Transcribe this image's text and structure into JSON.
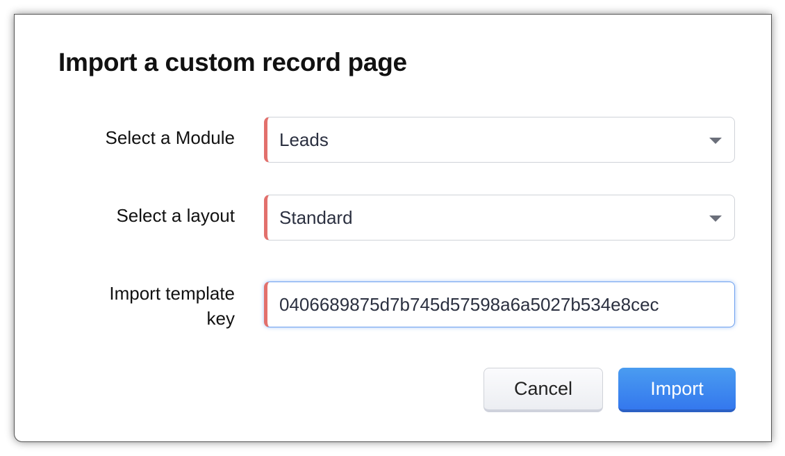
{
  "dialog": {
    "title": "Import a custom record page",
    "module": {
      "label": "Select a Module",
      "value": "Leads"
    },
    "layout": {
      "label": "Select a layout",
      "value": "Standard"
    },
    "template_key": {
      "label_line1": "Import template",
      "label_line2": "key",
      "value": "0406689875d7b745d57598a6a5027b534e8cec"
    },
    "cancel_label": "Cancel",
    "import_label": "Import"
  }
}
